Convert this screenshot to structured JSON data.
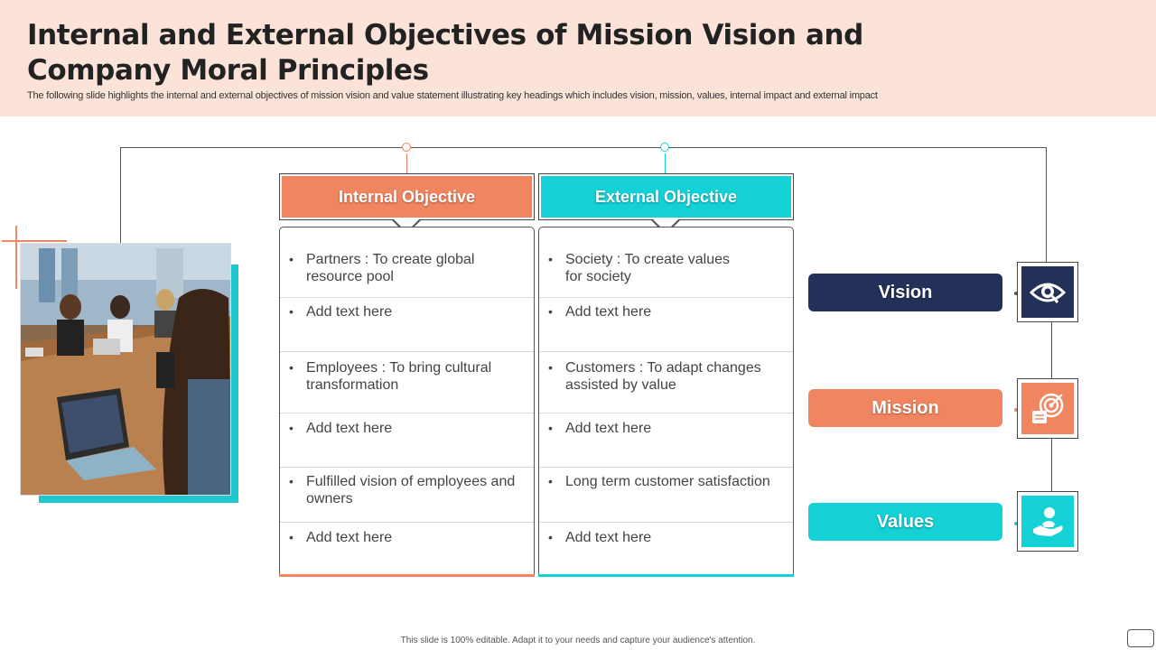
{
  "header": {
    "title": "Internal and External Objectives of Mission Vision and  Company Moral Principles",
    "subtitle": "The following slide highlights the internal and external objectives of mission vision and value statement illustrating key headings which includes vision, mission, values, internal impact and external impact"
  },
  "colors": {
    "header_bg": "#fbe3d9",
    "orange": "#f08560",
    "teal": "#14d1d6",
    "navy": "#233159"
  },
  "columns": [
    {
      "heading": "Internal Objective",
      "items": [
        "Partners : To create global resource pool",
        "Add text here",
        "Employees : To bring cultural  transformation",
        "Add text here",
        "Fulfilled vision of employees and owners",
        "Add text here"
      ]
    },
    {
      "heading": "External Objective",
      "items": [
        "Society : To create values for society",
        "Add text here",
        "Customers : To adapt changes assisted by value",
        "Add text here",
        "Long term customer satisfaction",
        "Add text here"
      ]
    }
  ],
  "pillars": [
    {
      "label": "Vision",
      "icon": "eye-icon"
    },
    {
      "label": "Mission",
      "icon": "target-icon"
    },
    {
      "label": "Values",
      "icon": "hand-heart-icon"
    }
  ],
  "photo": {
    "icon": "meeting-photo"
  },
  "footer": {
    "text": "This slide is 100% editable.  Adapt it to your needs and capture your audience's attention."
  }
}
